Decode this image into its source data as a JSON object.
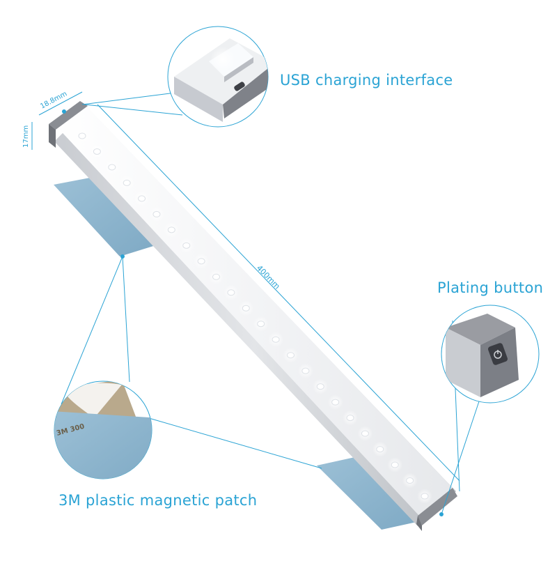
{
  "callouts": {
    "usb_label": "USB charging interface",
    "button_label": "Plating button",
    "patch_label": "3M plastic magnetic patch"
  },
  "dimensions": {
    "width": "18.8mm",
    "height": "17mm",
    "length": "400mm"
  },
  "tape_text": "3M 300",
  "colors": {
    "accent": "#2aa3d4",
    "patch_blue": "#8fb6cf",
    "end_cap_gray": "#7f8289",
    "aluminum": "#d9dce0"
  }
}
